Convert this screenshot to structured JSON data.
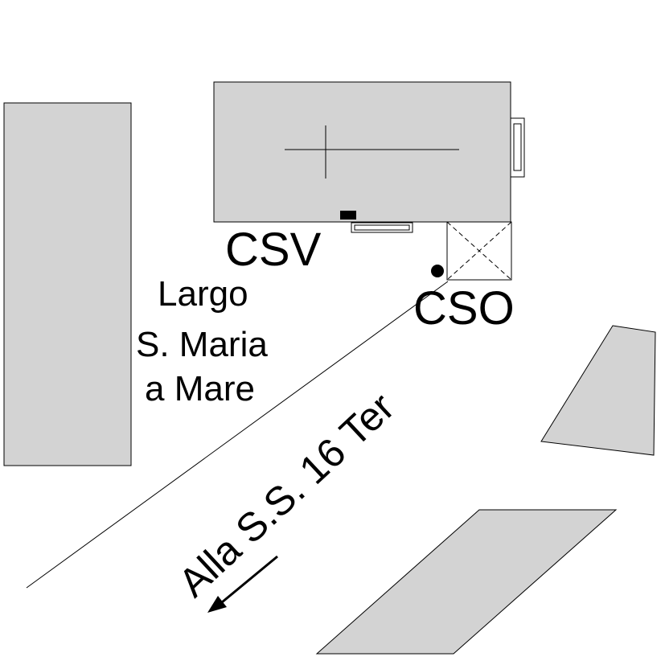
{
  "labels": {
    "csv": "CSV",
    "cso": "CSO",
    "largo_line1": "Largo",
    "largo_line2": "S. Maria",
    "largo_line3": "a Mare",
    "road": "Alla S.S. 16 Ter"
  },
  "colors": {
    "building_fill": "#d3d3d3",
    "outline": "#000000",
    "background": "#ffffff"
  },
  "icons": {
    "church_cross": "cross",
    "direction_arrow": "arrow-down-left",
    "cso_marker": "filled-dot",
    "csv_marker": "filled-rectangle"
  }
}
